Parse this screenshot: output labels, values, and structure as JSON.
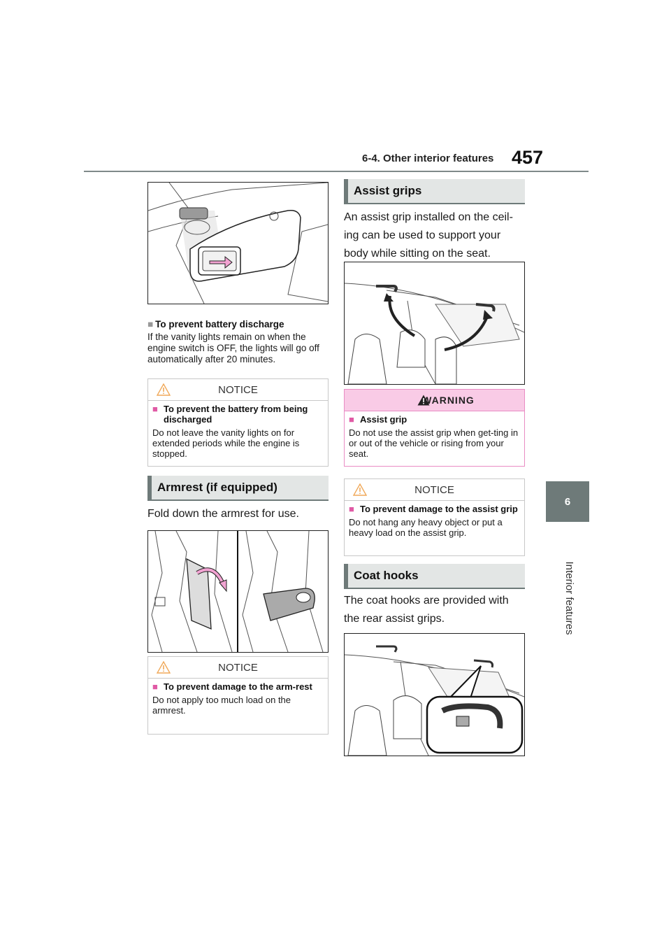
{
  "header": {
    "section_ref": "6-4. Other interior features",
    "page_number": "457"
  },
  "side_tab": {
    "chapter_number": "6",
    "chapter_title": "Interior features"
  },
  "left_column": {
    "battery_discharge": {
      "heading_marker": "■",
      "heading": "To prevent battery discharge",
      "text": "If the vanity lights remain on when the engine switch is OFF, the lights will go off automatically after 20 minutes."
    },
    "notice_1": {
      "title": "NOTICE",
      "item_marker": "■",
      "item_heading": "To prevent the battery from being discharged",
      "item_text": "Do not leave the vanity lights on for extended periods while the engine is stopped."
    },
    "armrest_section": {
      "title": "Armrest (if equipped)",
      "text": "Fold down the armrest for use."
    },
    "notice_2": {
      "title": "NOTICE",
      "item_marker": "■",
      "item_heading": "To prevent damage to the arm-rest",
      "item_text": "Do not apply too much load on the armrest."
    }
  },
  "right_column": {
    "assist_grips_section": {
      "title": "Assist grips",
      "text": "An assist grip installed on the ceil-ing can be used to support your body while sitting on the seat."
    },
    "warning": {
      "title": "WARNING",
      "item_marker": "■",
      "item_heading": "Assist grip",
      "item_text": "Do not use the assist grip when get-ting in or out of the vehicle or rising from your seat."
    },
    "notice_3": {
      "title": "NOTICE",
      "item_marker": "■",
      "item_heading": "To prevent damage to the assist grip",
      "item_text": "Do not hang any heavy object or put a heavy load on the assist grip."
    },
    "coat_hooks_section": {
      "title": "Coat hooks",
      "text": "The coat hooks are provided with the rear assist grips."
    }
  },
  "colors": {
    "accent_gray": "#6e7a79",
    "bar_bg": "#e3e6e5",
    "warning_pink": "#f9cbe6",
    "marker_pink": "#e05aa5",
    "arrow_pink": "#f2a3d2"
  },
  "icons": [
    "caution-triangle-icon",
    "warning-triangle-icon"
  ]
}
